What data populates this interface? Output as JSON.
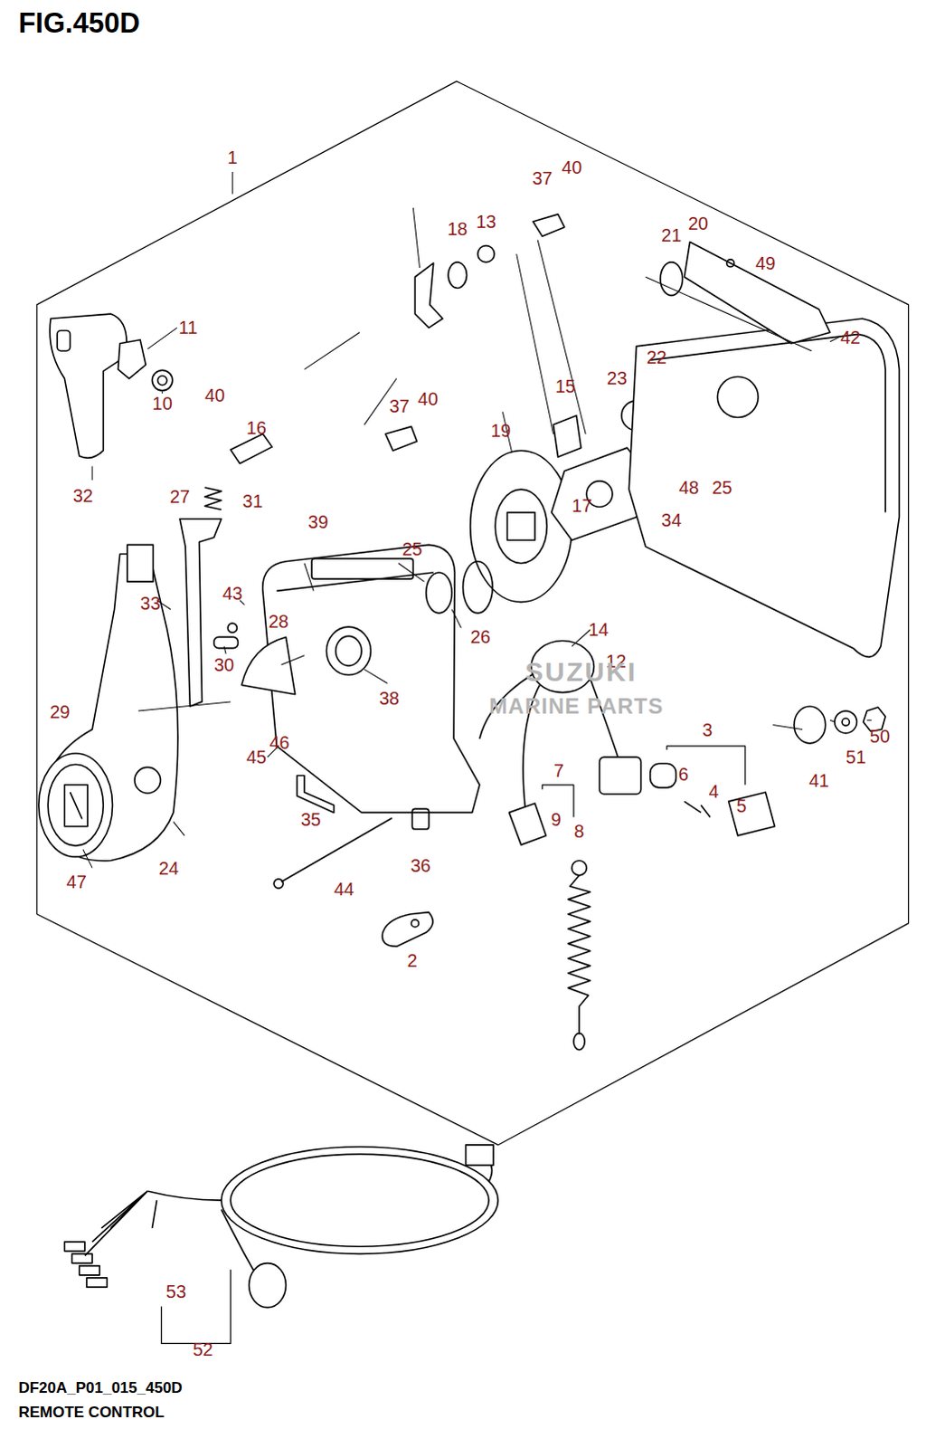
{
  "diagram": {
    "title": "FIG.450D",
    "caption": "REMOTE CONTROL",
    "labels": [
      "DF20A_P01_015_450D",
      "1",
      "11",
      "10",
      "32",
      "40",
      "16",
      "27",
      "31",
      "37",
      "40",
      "18",
      "13",
      "21",
      "20",
      "49",
      "42",
      "22",
      "23",
      "37",
      "40",
      "15",
      "19",
      "48",
      "25",
      "34",
      "17",
      "39",
      "25",
      "26",
      "14",
      "12",
      "43",
      "33",
      "28",
      "30",
      "38",
      "29",
      "46",
      "45",
      "3",
      "6",
      "4",
      "5",
      "7",
      "9",
      "8",
      "41",
      "51",
      "50",
      "35",
      "36",
      "24",
      "47",
      "44",
      "2",
      "53",
      "52",
      "SUZUKI",
      "MARINE PARTS"
    ]
  }
}
